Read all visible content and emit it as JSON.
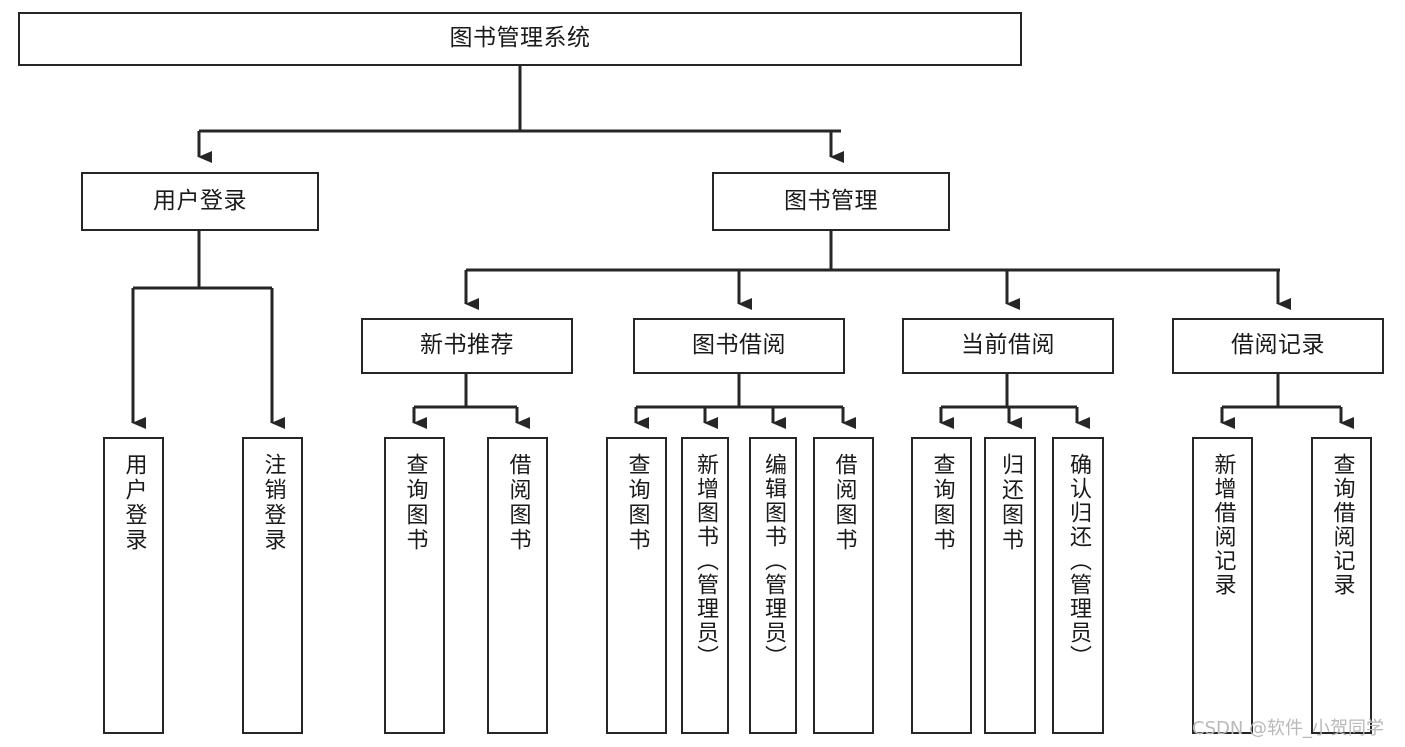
{
  "diagram": {
    "title": "图书管理系统",
    "type": "tree-hierarchy",
    "root": {
      "id": "root",
      "label": "图书管理系统",
      "orientation": "horizontal"
    },
    "level2": [
      {
        "id": "user-login",
        "label": "用户登录",
        "orientation": "horizontal"
      },
      {
        "id": "book-manage",
        "label": "图书管理",
        "orientation": "horizontal"
      }
    ],
    "level3": [
      {
        "id": "new-book-recommend",
        "label": "新书推荐",
        "orientation": "horizontal",
        "parent": "book-manage"
      },
      {
        "id": "book-borrow",
        "label": "图书借阅",
        "orientation": "horizontal",
        "parent": "book-manage"
      },
      {
        "id": "current-borrow",
        "label": "当前借阅",
        "orientation": "horizontal",
        "parent": "book-manage"
      },
      {
        "id": "borrow-record",
        "label": "借阅记录",
        "orientation": "horizontal",
        "parent": "book-manage"
      }
    ],
    "leaves": [
      {
        "id": "leaf-user-login",
        "label": "用户登录",
        "parent": "user-login"
      },
      {
        "id": "leaf-logout-login",
        "label": "注销登录",
        "parent": "user-login"
      },
      {
        "id": "leaf-query-book-recommend",
        "label": "查询图书",
        "parent": "new-book-recommend"
      },
      {
        "id": "leaf-borrow-book-recommend",
        "label": "借阅图书",
        "parent": "new-book-recommend"
      },
      {
        "id": "leaf-query-book-borrow",
        "label": "查询图书",
        "parent": "book-borrow"
      },
      {
        "id": "leaf-add-book-admin",
        "label": "新增图书（管理员）",
        "parent": "book-borrow"
      },
      {
        "id": "leaf-edit-book-admin",
        "label": "编辑图书（管理员）",
        "parent": "book-borrow"
      },
      {
        "id": "leaf-borrow-book",
        "label": "借阅图书",
        "parent": "book-borrow"
      },
      {
        "id": "leaf-query-book-current",
        "label": "查询图书",
        "parent": "current-borrow"
      },
      {
        "id": "leaf-return-book",
        "label": "归还图书",
        "parent": "current-borrow"
      },
      {
        "id": "leaf-confirm-return-admin",
        "label": "确认归还（管理员）",
        "parent": "current-borrow"
      },
      {
        "id": "leaf-add-borrow-record",
        "label": "新增借阅记录",
        "parent": "borrow-record"
      },
      {
        "id": "leaf-query-borrow-record",
        "label": "查询借阅记录",
        "parent": "borrow-record"
      }
    ]
  },
  "watermark": {
    "text": "CSDN @软件_小贺同学"
  },
  "colors": {
    "background": "#ffffff",
    "node_border": "#262626",
    "node_fill": "#ffffff",
    "text": "#1a1a1a",
    "edge": "#262626",
    "watermark": "#b9b9b9"
  }
}
